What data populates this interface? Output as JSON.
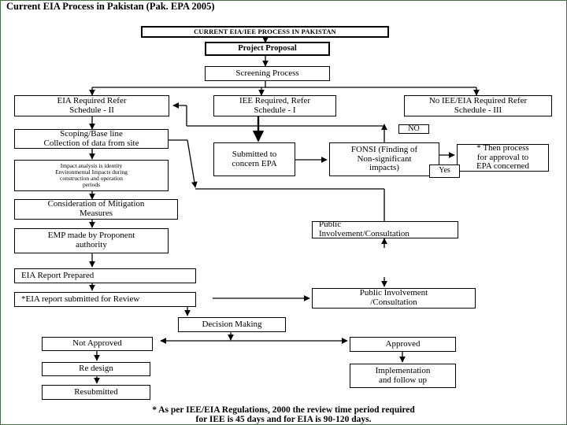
{
  "slide_title": "Current EIA Process in Pakistan (Pak. EPA 2005)",
  "diagram": {
    "header": "CURRENT EIA/IEE PROCESS IN PAKISTAN",
    "project_proposal": "Project Proposal",
    "screening": "Screening Process",
    "eia_required": "EIA Required Refer\nSchedule - II",
    "iee_required": "IEE Required, Refer\nSchedule - I",
    "no_iee_eia": "No IEE/EIA Required Refer\nSchedule - III",
    "no_label": "NO",
    "scoping": "Scoping/Base line\nCollection of data from site",
    "submitted_epa": "Submitted to\nconcern EPA",
    "fonsi": "FONSI (Finding of\nNon-significant\nimpacts)",
    "then_process": "* Then process\nfor approval to\nEPA concerned",
    "yes_label": "Yes",
    "impact_analysis": "Impact analysis is identity\nEnvironmental Impacts during\nconstruction and operation\nperiods",
    "mitigation": "Consideration of Mitigation\nMeasures",
    "public_involvement_1": "Public\nInvolvement/Consultation",
    "emp": "EMP made by Proponent\nauthority",
    "eia_report_prepared": "EIA Report Prepared",
    "eia_report_submitted": "*EIA report submitted for Review",
    "public_involvement_2": "Public Involvement\n/Consultation",
    "decision_making": "Decision Making",
    "not_approved": "Not Approved",
    "approved": "Approved",
    "redesign": "Re design",
    "implementation": "Implementation\nand follow up",
    "resubmitted": "Resubmitted"
  },
  "footnote": {
    "line1": "* As per IEE/EIA Regulations, 2000 the review time period required",
    "line2": "for IEE is 45 days and for EIA is 90-120 days."
  }
}
